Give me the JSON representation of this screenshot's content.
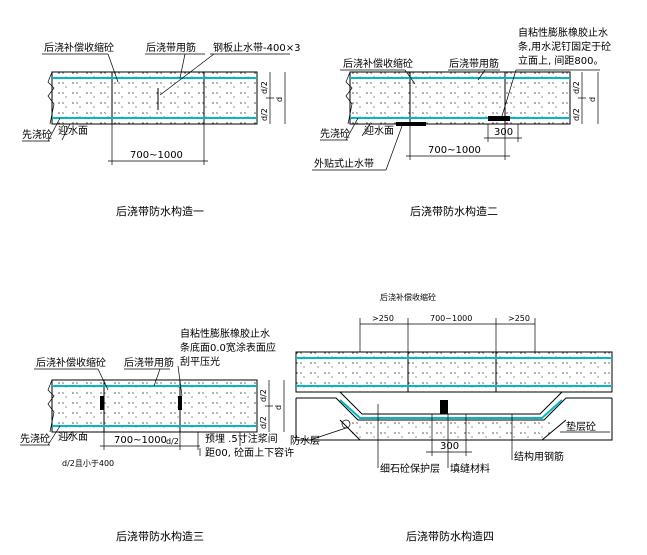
{
  "d1": {
    "caption": "后浇带防水构造一",
    "label_shrink": "后浇补偿收缩砼",
    "label_rebar": "后浇带用筋",
    "label_steel": "钢板止水带-400×3",
    "label_first": "先浇砼",
    "label_face": "迎水面",
    "dim_width": "700~1000",
    "dim_d": "d",
    "dim_d2": "d/2",
    "dim_d2b": "d/2"
  },
  "d2": {
    "caption": "后浇带防水构造二",
    "label_shrink": "后浇补偿收缩砼",
    "label_rebar": "后浇带用筋",
    "label_swell_1": "自粘性膨胀橡胶止水",
    "label_swell_2": "条,用水泥钉固定于砼",
    "label_swell_3": "立面上, 间距800。",
    "label_first": "先浇砼",
    "label_face": "迎水面",
    "label_external": "外贴式止水带",
    "dim_300": "300",
    "dim_width": "700~1000",
    "dim_d": "d",
    "dim_d2": "d/2",
    "dim_d2b": "d/2"
  },
  "d3": {
    "caption": "后浇带防水构造三",
    "label_swell_1": "自粘性膨胀橡胶止水",
    "label_swell_2": "条底面0.0宽涂表面应",
    "label_swell_3": "刮平压光",
    "label_shrink": "后浇补偿收缩砼",
    "label_rebar": "后浇带用筋",
    "label_first": "先浇砼",
    "label_face": "迎水面",
    "dim_width": "700~1000",
    "dim_d2_side": "d/2",
    "label_pre_1": "预埋 .5寸注浆间",
    "label_pre_2": "距00, 砼面上下容许",
    "label_d2_limit": "d/2且小于400",
    "dim_d": "d",
    "dim_d2": "d/2",
    "dim_d2b": "d/2"
  },
  "d4": {
    "caption": "后浇带防水构造四",
    "label_shrink": "后浇补偿收缩砼",
    "dim_left": ">250",
    "dim_mid": "700~1000",
    "dim_right": ">250",
    "label_waterproof": "防水层",
    "label_cushion": "垫层砼",
    "dim_300": "300",
    "label_protect": "细石砼保护层",
    "label_fill": "填缝材料",
    "label_struct": "结构用钢筋"
  }
}
